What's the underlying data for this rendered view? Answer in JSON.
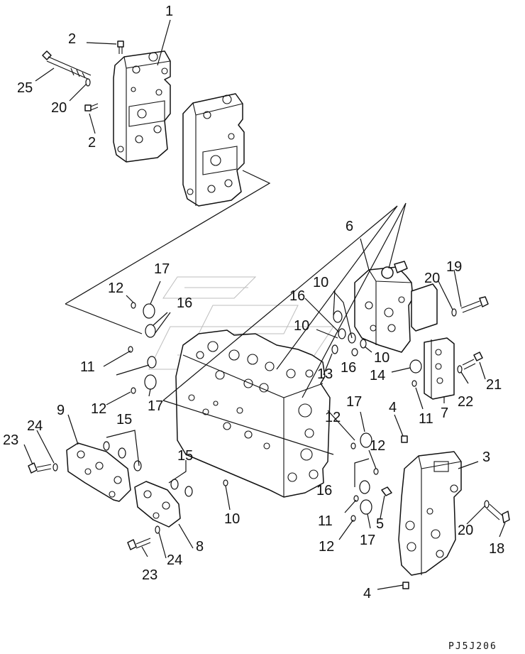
{
  "diagram": {
    "drawing_code": "PJ5J206",
    "callouts": [
      {
        "id": "c1",
        "label": "1"
      },
      {
        "id": "c2a",
        "label": "2"
      },
      {
        "id": "c2b",
        "label": "2"
      },
      {
        "id": "c25",
        "label": "25"
      },
      {
        "id": "c20a",
        "label": "20"
      },
      {
        "id": "c6",
        "label": "6"
      },
      {
        "id": "c19",
        "label": "19"
      },
      {
        "id": "c20b",
        "label": "20"
      },
      {
        "id": "c17a",
        "label": "17"
      },
      {
        "id": "c12a",
        "label": "12"
      },
      {
        "id": "c16a",
        "label": "16"
      },
      {
        "id": "c10a",
        "label": "10"
      },
      {
        "id": "c16b",
        "label": "16"
      },
      {
        "id": "c10b",
        "label": "10"
      },
      {
        "id": "c10c",
        "label": "10"
      },
      {
        "id": "c16c",
        "label": "16"
      },
      {
        "id": "c11a",
        "label": "11"
      },
      {
        "id": "c13",
        "label": "13"
      },
      {
        "id": "c14",
        "label": "14"
      },
      {
        "id": "c21",
        "label": "21"
      },
      {
        "id": "c22",
        "label": "22"
      },
      {
        "id": "c7",
        "label": "7"
      },
      {
        "id": "c11b",
        "label": "11"
      },
      {
        "id": "c12b",
        "label": "12"
      },
      {
        "id": "c17b",
        "label": "17"
      },
      {
        "id": "c12c",
        "label": "12"
      },
      {
        "id": "c17c",
        "label": "17"
      },
      {
        "id": "c4a",
        "label": "4"
      },
      {
        "id": "c3",
        "label": "3"
      },
      {
        "id": "c9",
        "label": "9"
      },
      {
        "id": "c15a",
        "label": "15"
      },
      {
        "id": "c12d",
        "label": "12"
      },
      {
        "id": "c23a",
        "label": "23"
      },
      {
        "id": "c24a",
        "label": "24"
      },
      {
        "id": "c15b",
        "label": "15"
      },
      {
        "id": "c10d",
        "label": "10"
      },
      {
        "id": "c16d",
        "label": "16"
      },
      {
        "id": "c5",
        "label": "5"
      },
      {
        "id": "c11c",
        "label": "11"
      },
      {
        "id": "c12e",
        "label": "12"
      },
      {
        "id": "c17d",
        "label": "17"
      },
      {
        "id": "c20c",
        "label": "20"
      },
      {
        "id": "c18",
        "label": "18"
      },
      {
        "id": "c8",
        "label": "8"
      },
      {
        "id": "c23b",
        "label": "23"
      },
      {
        "id": "c24b",
        "label": "24"
      },
      {
        "id": "c4b",
        "label": "4"
      }
    ]
  }
}
